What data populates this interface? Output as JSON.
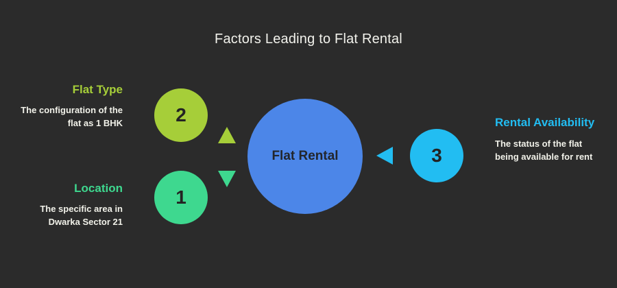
{
  "title": "Factors Leading to Flat Rental",
  "colors": {
    "background": "#2b2b2b",
    "title_text": "#f2f2ec",
    "body_text": "#f1f1e9",
    "node_text": "#232323",
    "flat_type": "#a6ce39",
    "location": "#3ed88f",
    "rental_availability": "#22bdf2",
    "center": "#4c86e8"
  },
  "center_node": {
    "label": "Flat Rental",
    "icon": "center-circle-icon"
  },
  "factors": [
    {
      "number": "2",
      "heading": "Flat Type",
      "description": "The configuration of the flat as 1 BHK",
      "color": "#a6ce39",
      "arrow_icon": "triangle-up-icon",
      "side": "left"
    },
    {
      "number": "1",
      "heading": "Location",
      "description": "The specific area in Dwarka Sector 21",
      "color": "#3ed88f",
      "arrow_icon": "triangle-down-icon",
      "side": "left"
    },
    {
      "number": "3",
      "heading": "Rental Availability",
      "description": "The status of the flat being available for rent",
      "color": "#22bdf2",
      "arrow_icon": "triangle-left-icon",
      "side": "right"
    }
  ]
}
